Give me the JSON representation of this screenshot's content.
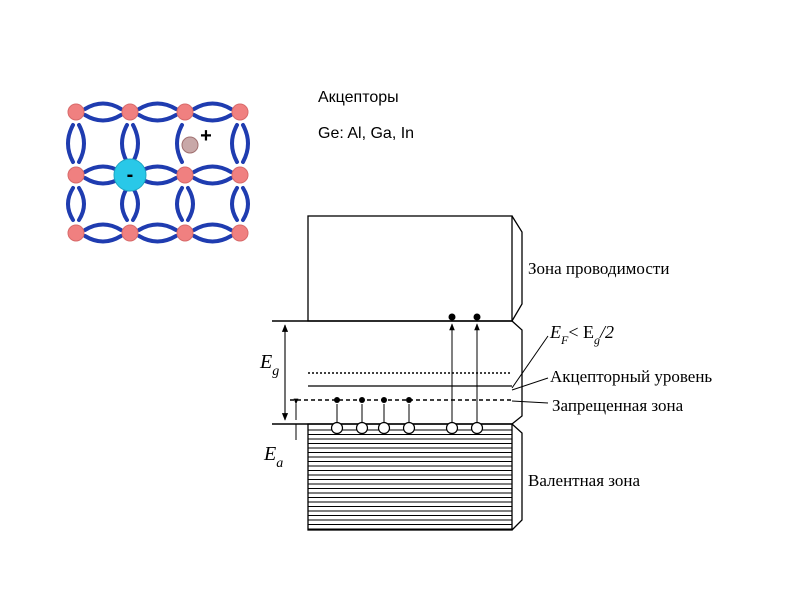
{
  "heading": {
    "title": "Акцепторы",
    "elements": "Ge: Al,  Ga, In"
  },
  "lattice": {
    "ion_charge": "-",
    "hole_charge": "+",
    "colors": {
      "atom": "#f08080",
      "atom_stroke": "#d86a6a",
      "bond": "#1f3cb0",
      "acceptor_ion": "#29c8e8",
      "hole": "#c0a0a0"
    }
  },
  "band_diagram": {
    "labels": {
      "conduction_band": "Зона проводимости",
      "fermi_E": "E",
      "fermi_E_sub": "F",
      "fermi_rel": "< E",
      "fermi_g_sub": "g",
      "fermi_tail": "/2",
      "acceptor_level": "Акцепторный уровень",
      "forbidden_zone": "Запрещенная зона",
      "valence_band": "Валентная зона",
      "Eg_main": "E",
      "Eg_sub": "g",
      "Ea_main": "E",
      "Ea_sub": "a"
    }
  }
}
